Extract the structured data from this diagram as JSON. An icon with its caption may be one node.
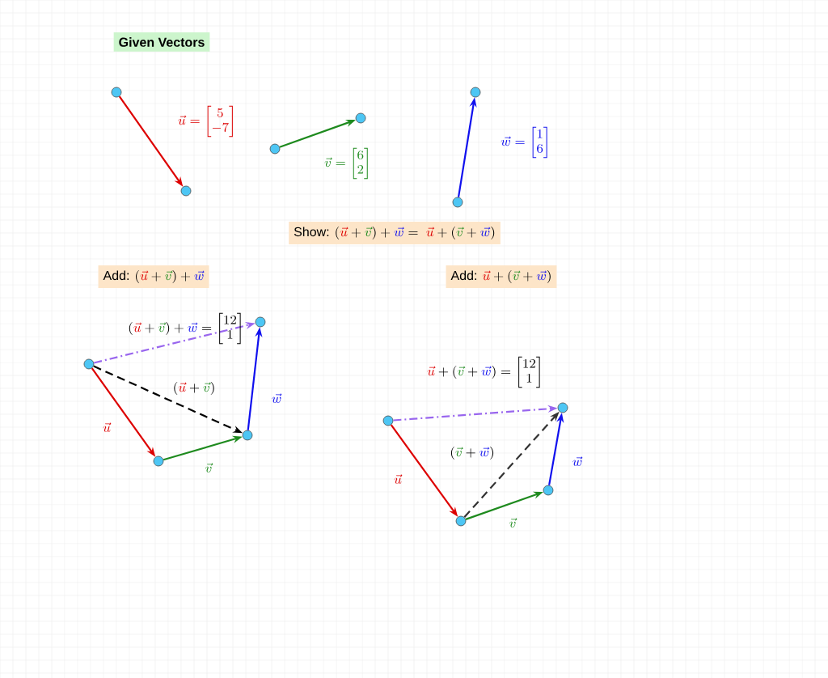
{
  "diagram": {
    "nodes": [
      {
        "text": [
          "Given Vectors"
        ]
      },
      {
        "text": [
          "\\text{Show: }(\\textcolor{vu}{\\vec{u}}+\\textcolor{vv}{\\vec{v}})+\\textcolor{vw}{\\vec{w}}=\\ \\textcolor{vu}{\\vec{u}}+(\\textcolor{vv}{\\vec{v}}+\\textcolor{vw}{\\vec{w}})"
        ]
      },
      {
        "text": [
          "\\text{Add: }(\\textcolor{vu}{\\vec{u}}+\\textcolor{vv}{\\vec{v}})+\\textcolor{vw}{\\vec{w}}"
        ]
      },
      {
        "text": [
          "\\text{Add: }\\textcolor{vu}{\\vec{u}}+(\\textcolor{vv}{\\vec{v}}+\\textcolor{vw}{\\vec{w}})"
        ]
      },
      {
        "text": [],
        "shape": "circle"
      },
      {
        "text": [],
        "shape": "circle"
      },
      {
        "text": [],
        "shape": "circle"
      },
      {
        "text": [],
        "shape": "circle"
      },
      {
        "text": [],
        "shape": "circle"
      },
      {
        "text": [],
        "shape": "circle"
      },
      {
        "text": [],
        "shape": "circle"
      },
      {
        "text": [],
        "shape": "circle"
      },
      {
        "text": [],
        "shape": "circle"
      },
      {
        "text": [],
        "shape": "circle"
      },
      {
        "text": [],
        "shape": "circle"
      },
      {
        "text": [],
        "shape": "circle"
      },
      {
        "text": [],
        "shape": "circle"
      },
      {
        "text": [],
        "shape": "circle"
      }
    ],
    "edges": [
      {
        "from": 4,
        "to": 5,
        "arrow": "to",
        "color": "#dd0000"
      },
      {
        "from": 6,
        "to": 7,
        "arrow": "to",
        "color": "#1e8a1e"
      },
      {
        "from": 8,
        "to": 9,
        "arrow": "to",
        "color": "#1010ee"
      },
      {
        "from": 10,
        "to": 11,
        "arrow": "to",
        "color": "#dd0000",
        "label": "\\textcolor{vu}{\\vec{u}}"
      },
      {
        "from": 11,
        "to": 12,
        "arrow": "to",
        "color": "#1e8a1e",
        "label": "\\textcolor{vv}{\\vec{v}}"
      },
      {
        "from": 12,
        "to": 13,
        "arrow": "to",
        "color": "#1010ee",
        "label": "\\textcolor{vw}{\\vec{w}}"
      },
      {
        "from": 10,
        "to": 12,
        "arrow": "to",
        "color": "#000000",
        "style": "dashed",
        "label": "(\\textcolor{vu}{\\vec{u}}+\\textcolor{vv}{\\vec{v}})"
      },
      {
        "from": 10,
        "to": 13,
        "arrow": "to",
        "color": "#9966ee",
        "style": "dashed"
      },
      {
        "from": 14,
        "to": 15,
        "arrow": "to",
        "color": "#dd0000",
        "label": "\\textcolor{vu}{\\vec{u}}"
      },
      {
        "from": 15,
        "to": 16,
        "arrow": "to",
        "color": "#1e8a1e",
        "label": "\\textcolor{vv}{\\vec{v}}"
      },
      {
        "from": 16,
        "to": 17,
        "arrow": "to",
        "color": "#1010ee",
        "label": "\\textcolor{vw}{\\vec{w}}"
      },
      {
        "from": 15,
        "to": 17,
        "arrow": "to",
        "color": "#333333",
        "style": "dashed",
        "label": "(\\textcolor{vv}{\\vec{v}}+\\textcolor{vw}{\\vec{w}})"
      },
      {
        "from": 14,
        "to": 17,
        "arrow": "to",
        "color": "#9966ee",
        "style": "dashed"
      }
    ],
    "labels": [
      "\\textcolor{vu}{\\vec{u}=\\begin{bmatrix}5\\\\-7\\end{bmatrix}}",
      "\\textcolor{vv}{\\vec{v}=\\begin{bmatrix}6\\\\2\\end{bmatrix}}",
      "\\textcolor{vw}{\\vec{w}=\\begin{bmatrix}1\\\\6\\end{bmatrix}}",
      "(\\textcolor{vu}{\\vec{u}}+\\textcolor{vv}{\\vec{v}})+\\textcolor{vw}{\\vec{w}}=\\begin{bmatrix}12\\\\1\\end{bmatrix}",
      "\\textcolor{vu}{\\vec{u}}+(\\textcolor{vv}{\\vec{v}}+\\textcolor{vw}{\\vec{w}})=\\begin{bmatrix}12\\\\1\\end{bmatrix}"
    ]
  }
}
